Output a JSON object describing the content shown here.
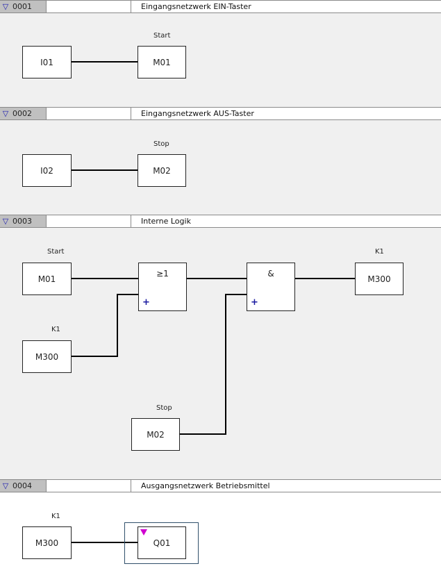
{
  "networks": [
    {
      "number": "0001",
      "title": "Eingangsnetzwerk EIN-Taster",
      "operands": [
        {
          "address": "I01",
          "symbol": ""
        },
        {
          "address": "M01",
          "symbol": "Start"
        }
      ]
    },
    {
      "number": "0002",
      "title": "Eingangsnetzwerk AUS-Taster",
      "operands": [
        {
          "address": "I02",
          "symbol": ""
        },
        {
          "address": "M02",
          "symbol": "Stop"
        }
      ]
    },
    {
      "number": "0003",
      "title": "Interne Logik",
      "operands": [
        {
          "address": "M01",
          "symbol": "Start"
        },
        {
          "address": "M300",
          "symbol": "K1"
        },
        {
          "address": "M02",
          "symbol": "Stop"
        },
        {
          "address": "M300",
          "symbol": "K1"
        }
      ],
      "gates": [
        {
          "type": "OR",
          "symbol": "≥1",
          "expand": "+"
        },
        {
          "type": "AND",
          "symbol": "&",
          "expand": "+"
        }
      ]
    },
    {
      "number": "0004",
      "title": "Ausgangsnetzwerk Betriebsmittel",
      "operands": [
        {
          "address": "M300",
          "symbol": "K1"
        },
        {
          "address": "Q01",
          "symbol": "",
          "selected": true
        }
      ]
    }
  ],
  "icons": {
    "collapse": "▽"
  },
  "colors": {
    "background": "#f0f0f0",
    "header_number_bg": "#c0c0c0",
    "collapse_icon": "#1a1ab0",
    "plus_icon": "#1a1aa0",
    "output_marker": "#d000d0"
  }
}
